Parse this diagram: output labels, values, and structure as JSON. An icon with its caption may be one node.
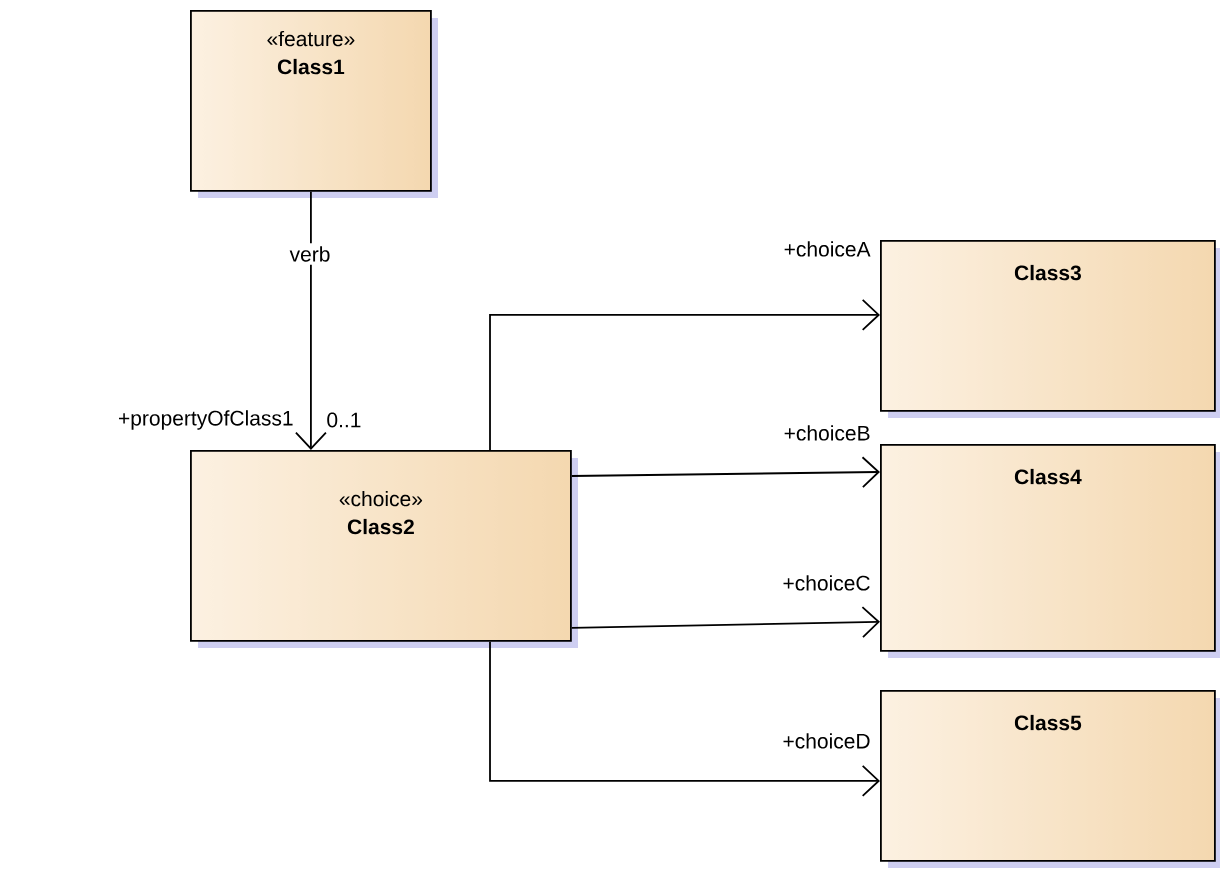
{
  "diagram": {
    "nodes": [
      {
        "text": [
          "«feature»",
          "Class1"
        ]
      },
      {
        "text": [
          "«choice»",
          "Class2"
        ]
      },
      {
        "text": [
          "Class3"
        ]
      },
      {
        "text": [
          "Class4"
        ]
      },
      {
        "text": [
          "Class5"
        ]
      }
    ],
    "edges": [
      {
        "from": 0,
        "to": 1,
        "arrow": "to",
        "label": "verb"
      },
      {
        "from": 1,
        "to": 2,
        "arrow": "to",
        "label": "+choiceA"
      },
      {
        "from": 1,
        "to": 3,
        "arrow": "to",
        "label": "+choiceB"
      },
      {
        "from": 1,
        "to": 3,
        "arrow": "to",
        "label": "+choiceC"
      },
      {
        "from": 1,
        "to": 4,
        "arrow": "to",
        "label": "+choiceD"
      }
    ],
    "labels": [
      "+propertyOfClass1",
      "0..1"
    ]
  }
}
